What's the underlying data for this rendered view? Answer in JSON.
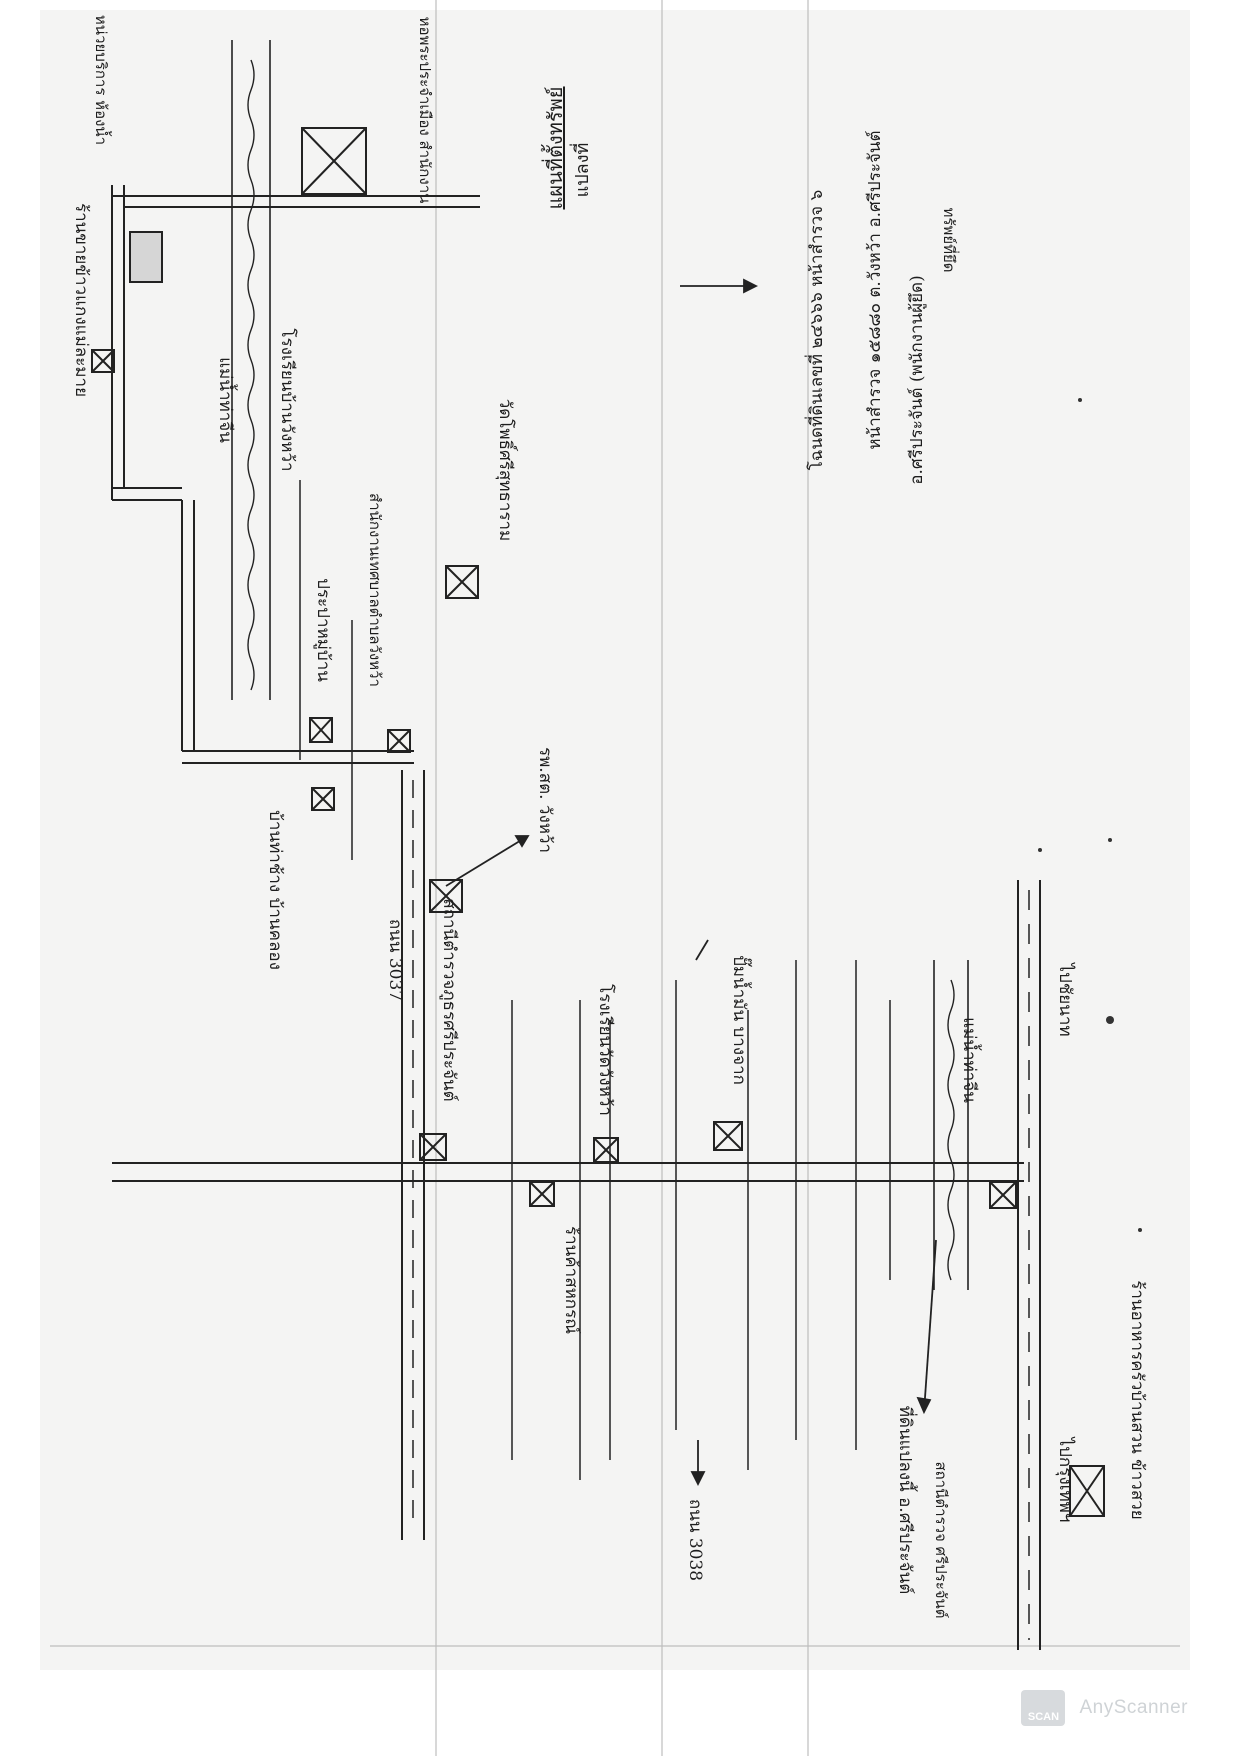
{
  "map": {
    "title": "แผนที่ตั้งทรัพย์",
    "title_sub": "แปลงที่",
    "notes": [
      "โฉนดที่ดินเลขที่ ๒๔๖๖๖ หน้าสำรวจ ๖",
      "หน้าสำรวจ ๑๕๘๘๐ ต.วังหว้า อ.ศรีประจันต์",
      "อ.ศรีประจันต์ (พนักงานผู้ยึด)"
    ],
    "roads": {
      "road_3037": "ถนน 3037",
      "road_3038": "ถนน 3038"
    },
    "directions": {
      "to_bangkok": "ไปกรุงเทพฯ",
      "to_chainat": "ไปชัยนาท"
    },
    "rivers": {
      "river_north": "แม่น้ำท่าจีน",
      "river_south": "แม่น้ำท่าจีน"
    },
    "landmarks": {
      "rice_shop_top": "ร้านขายข้าวแกงแม่ละมาย",
      "market_corner": "หน่วยบริการ ห้องน้ำ",
      "office_top": "หอพระประจำเมือง สำนักงาน",
      "school": "โรงเรียนบ้านวังหว้า",
      "water_office": "ประปาหมู่บ้าน",
      "municipal_office": "สำนักงานเทศบาลตำบลวังหว้า",
      "temple": "วัดโพธิ์ศรีสุทธาราม",
      "village_office": "บ้านท่าช้าง บ้านคลอง",
      "police": "สถานีตำรวจภูธรศรีประจันต์",
      "health_center": "รพ.สต. วังหว้า",
      "school_right": "โรงเรียนวัดวังหว้า",
      "shop_right": "ร้านค้าสหกรณ์",
      "gas_station": "ปั๊มน้ำมัน บางจาก",
      "property_label": "ที่ดินแปลงนี้ อ.ศรีประจันต์",
      "shop_bottom": "ร้านอาหารครัวบ้านสวน ข้าวสวย",
      "police_bottom": "สถานีตำรวจ ศรีประจันต์",
      "target_note": "ทรัพย์ที่ยึด"
    }
  },
  "watermark": {
    "logo": "SCAN",
    "text": "AnyScanner"
  }
}
